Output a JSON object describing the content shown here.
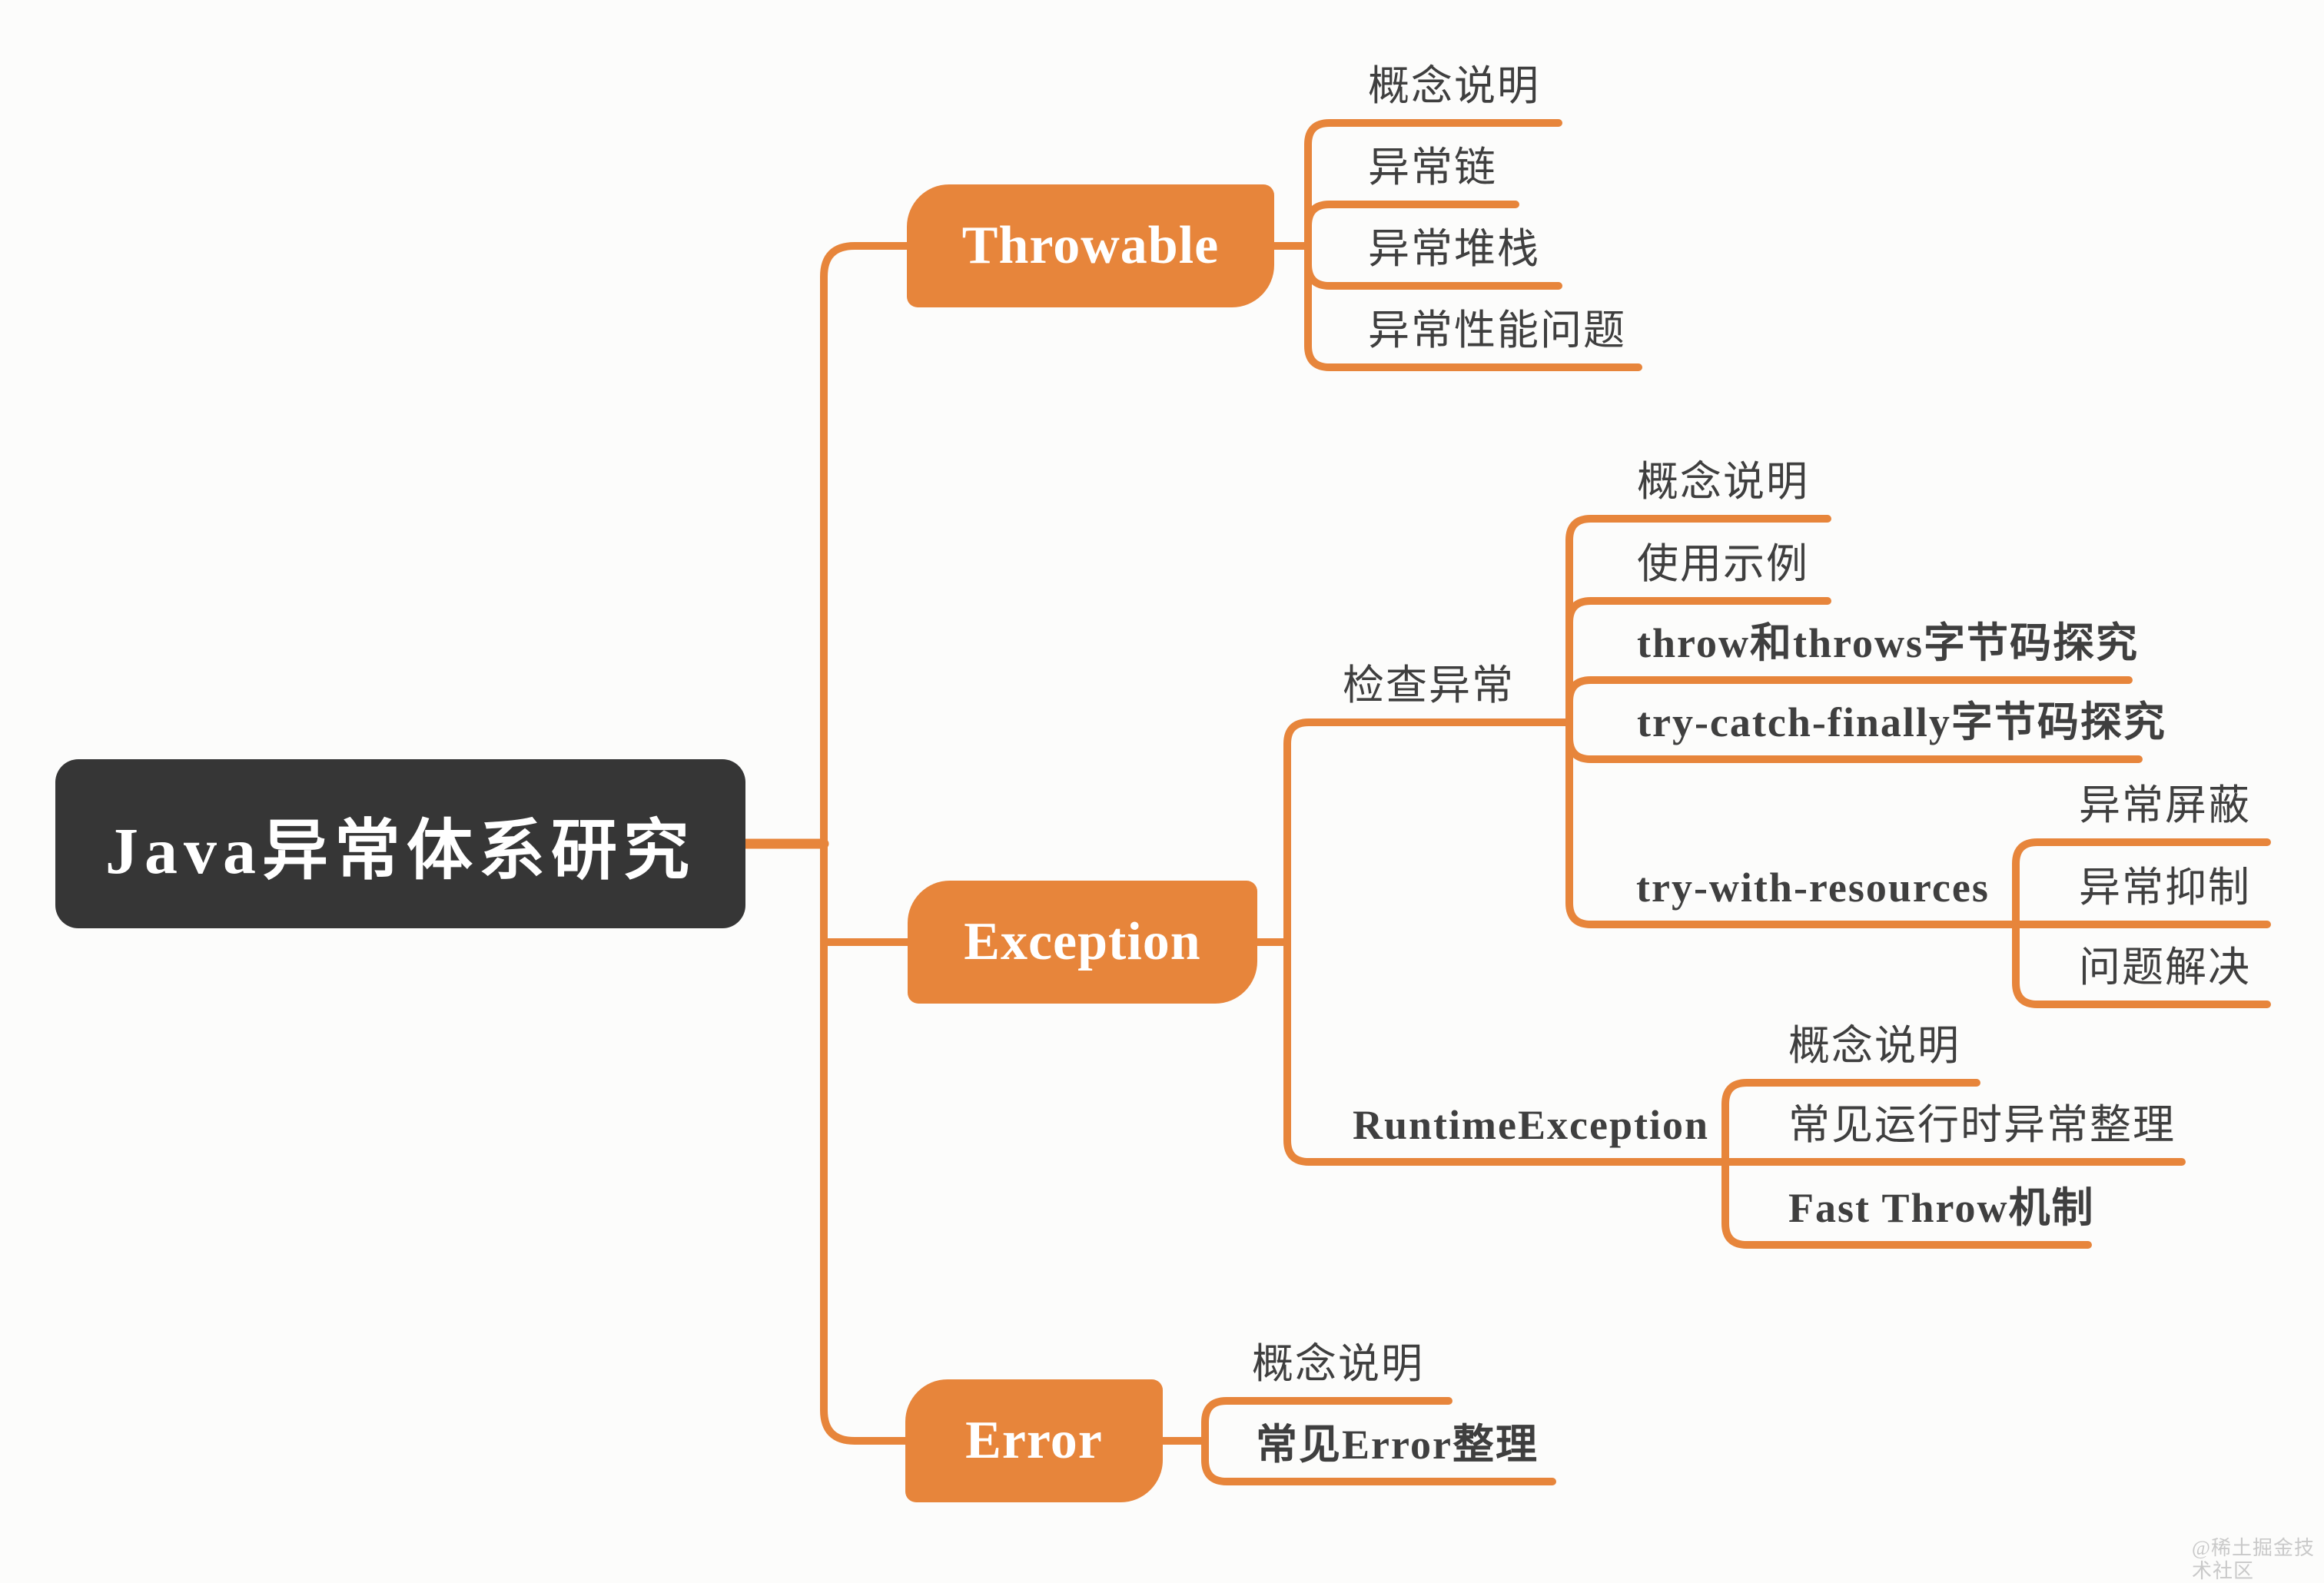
{
  "colors": {
    "accent": "#E7853B",
    "root_bg": "#363636",
    "label_text": "#3F3F3F",
    "node_text": "#FFFFFF",
    "watermark": "#C9C9C9",
    "background": "#FCFCFB"
  },
  "root": {
    "label": "Java异常体系研究"
  },
  "branches": [
    {
      "label": "Throwable",
      "children": [
        {
          "label": "概念说明"
        },
        {
          "label": "异常链"
        },
        {
          "label": "异常堆栈"
        },
        {
          "label": "异常性能问题"
        }
      ]
    },
    {
      "label": "Exception",
      "children": [
        {
          "label": "检查异常",
          "children": [
            {
              "label": "概念说明"
            },
            {
              "label": "使用示例"
            },
            {
              "label": "throw和throws字节码探究"
            },
            {
              "label": "try-catch-finally字节码探究"
            },
            {
              "label": "try-with-resources",
              "children": [
                {
                  "label": "异常屏蔽"
                },
                {
                  "label": "异常抑制"
                },
                {
                  "label": "问题解决"
                }
              ]
            }
          ]
        },
        {
          "label": "RuntimeException",
          "children": [
            {
              "label": "概念说明"
            },
            {
              "label": "常见运行时异常整理"
            },
            {
              "label": "Fast Throw机制"
            }
          ]
        }
      ]
    },
    {
      "label": "Error",
      "children": [
        {
          "label": "概念说明"
        },
        {
          "label": "常见Error整理"
        }
      ]
    }
  ],
  "watermark": "@稀土掘金技术社区"
}
